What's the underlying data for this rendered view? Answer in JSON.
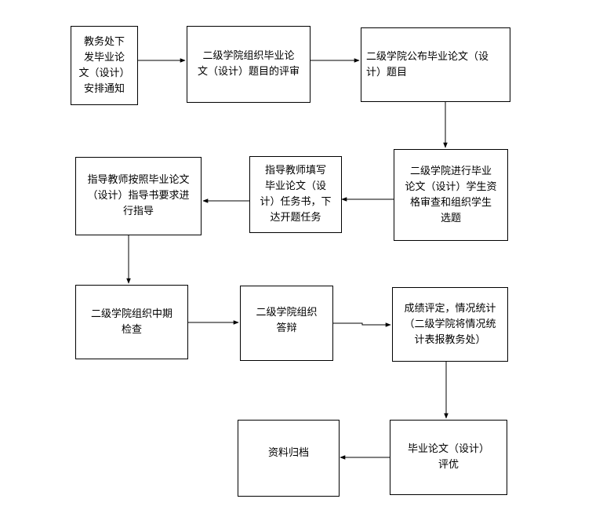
{
  "colors": {
    "line": "#000000",
    "box_border": "#000000",
    "background": "#ffffff"
  },
  "nodes": {
    "n1": "教务处下\n发毕业论\n文（设计）\n安排通知",
    "n2": "二级学院组织毕业论\n文（设计）题目的评审",
    "n3": "二级学院公布毕业论文（设\n计）题目",
    "n4": "二级学院进行毕业\n论文（设计）学生资\n格审查和组织学生\n选题",
    "n5": "指导教师填写\n毕业论文（设\n计）任务书，下\n达开题任务",
    "n6": "指导教师按照毕业论文\n（设计）指导书要求进\n行指导",
    "n7": "二级学院组织中期\n检查",
    "n8": "二级学院组织\n答辩",
    "n9": "成绩评定，情况统计\n（二级学院将情况统\n计表报教务处）",
    "n10": "毕业论文（设计）\n评优",
    "n11": "资料归档"
  }
}
